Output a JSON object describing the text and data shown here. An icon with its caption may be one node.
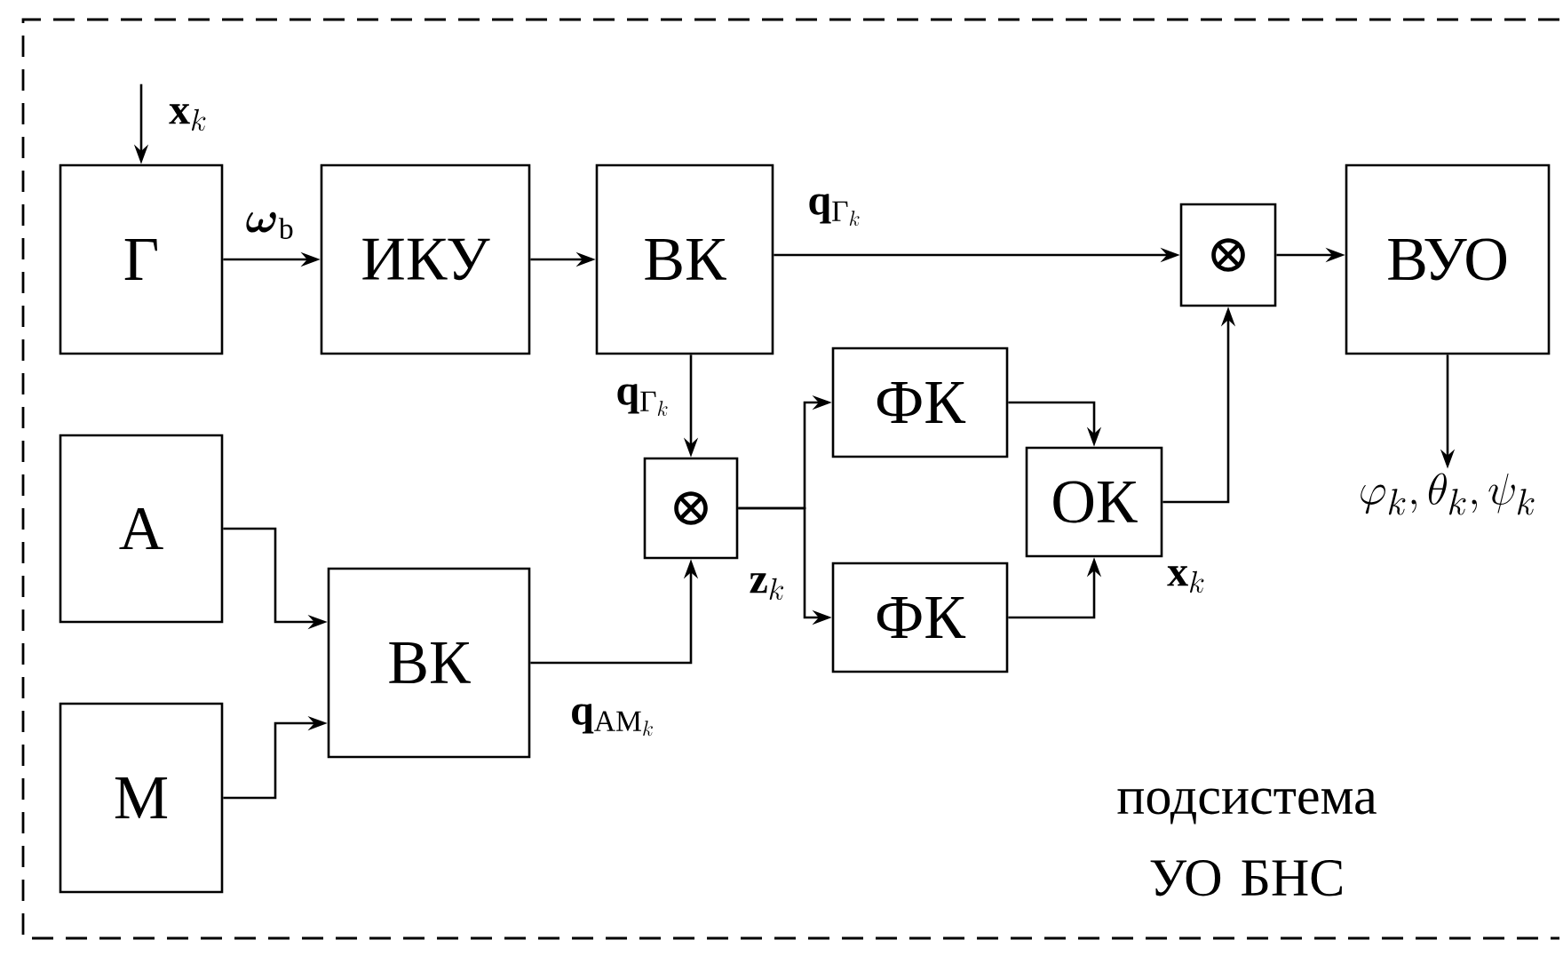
{
  "diagram": {
    "nodes": [
      {
        "text": [
          "подсистема УО БНС"
        ]
      },
      {
        "text": [
          "Г"
        ],
        "in": 0
      },
      {
        "text": [
          "ИКУ"
        ],
        "in": 0
      },
      {
        "text": [
          "ВК"
        ],
        "in": 0
      },
      {
        "text": [
          "⊗"
        ],
        "in": 0
      },
      {
        "text": [
          "ВУО"
        ],
        "in": 0
      },
      {
        "text": [
          "А"
        ],
        "in": 0
      },
      {
        "text": [
          "М"
        ],
        "in": 0
      },
      {
        "text": [
          "ВК"
        ],
        "in": 0
      },
      {
        "text": [
          "⊗"
        ],
        "in": 0
      },
      {
        "text": [
          "ФК"
        ],
        "in": 0
      },
      {
        "text": [
          "ФК"
        ],
        "in": 0
      },
      {
        "text": [
          "ОК"
        ],
        "in": 0
      },
      {
        "text": [
          "\\varphi_k,\\theta_k,\\psi_k"
        ],
        "in": 0
      }
    ],
    "edges": [
      {
        "from": null,
        "to": 1,
        "arrow": "to",
        "label": "\\mathbf{x}_k"
      },
      {
        "from": 1,
        "to": 2,
        "arrow": "to",
        "label": "\\boldsymbol{\\omega}_{\\text{b}}"
      },
      {
        "from": 2,
        "to": 3,
        "arrow": "to"
      },
      {
        "from": 3,
        "to": 4,
        "arrow": "to",
        "label": "\\mathbf{q}_{\\text{Г}_k}"
      },
      {
        "from": 4,
        "to": 5,
        "arrow": "to"
      },
      {
        "from": 3,
        "to": 9,
        "arrow": "to",
        "label": "\\mathbf{q}_{\\text{Г}_k}"
      },
      {
        "from": 6,
        "to": 8,
        "arrow": "to"
      },
      {
        "from": 7,
        "to": 8,
        "arrow": "to"
      },
      {
        "from": 8,
        "to": 9,
        "arrow": "to",
        "label": "\\mathbf{q}_{\\text{АМ}_k}"
      },
      {
        "from": 9,
        "to": 10,
        "arrow": "to"
      },
      {
        "from": 9,
        "to": 11,
        "arrow": "to",
        "label": "\\mathbf{z}_k"
      },
      {
        "from": 10,
        "to": 12,
        "arrow": "to"
      },
      {
        "from": 11,
        "to": 12,
        "arrow": "to"
      },
      {
        "from": 12,
        "to": 4,
        "arrow": "to",
        "label": "\\mathbf{x}_k"
      },
      {
        "from": 5,
        "to": 13,
        "arrow": "to"
      }
    ]
  }
}
